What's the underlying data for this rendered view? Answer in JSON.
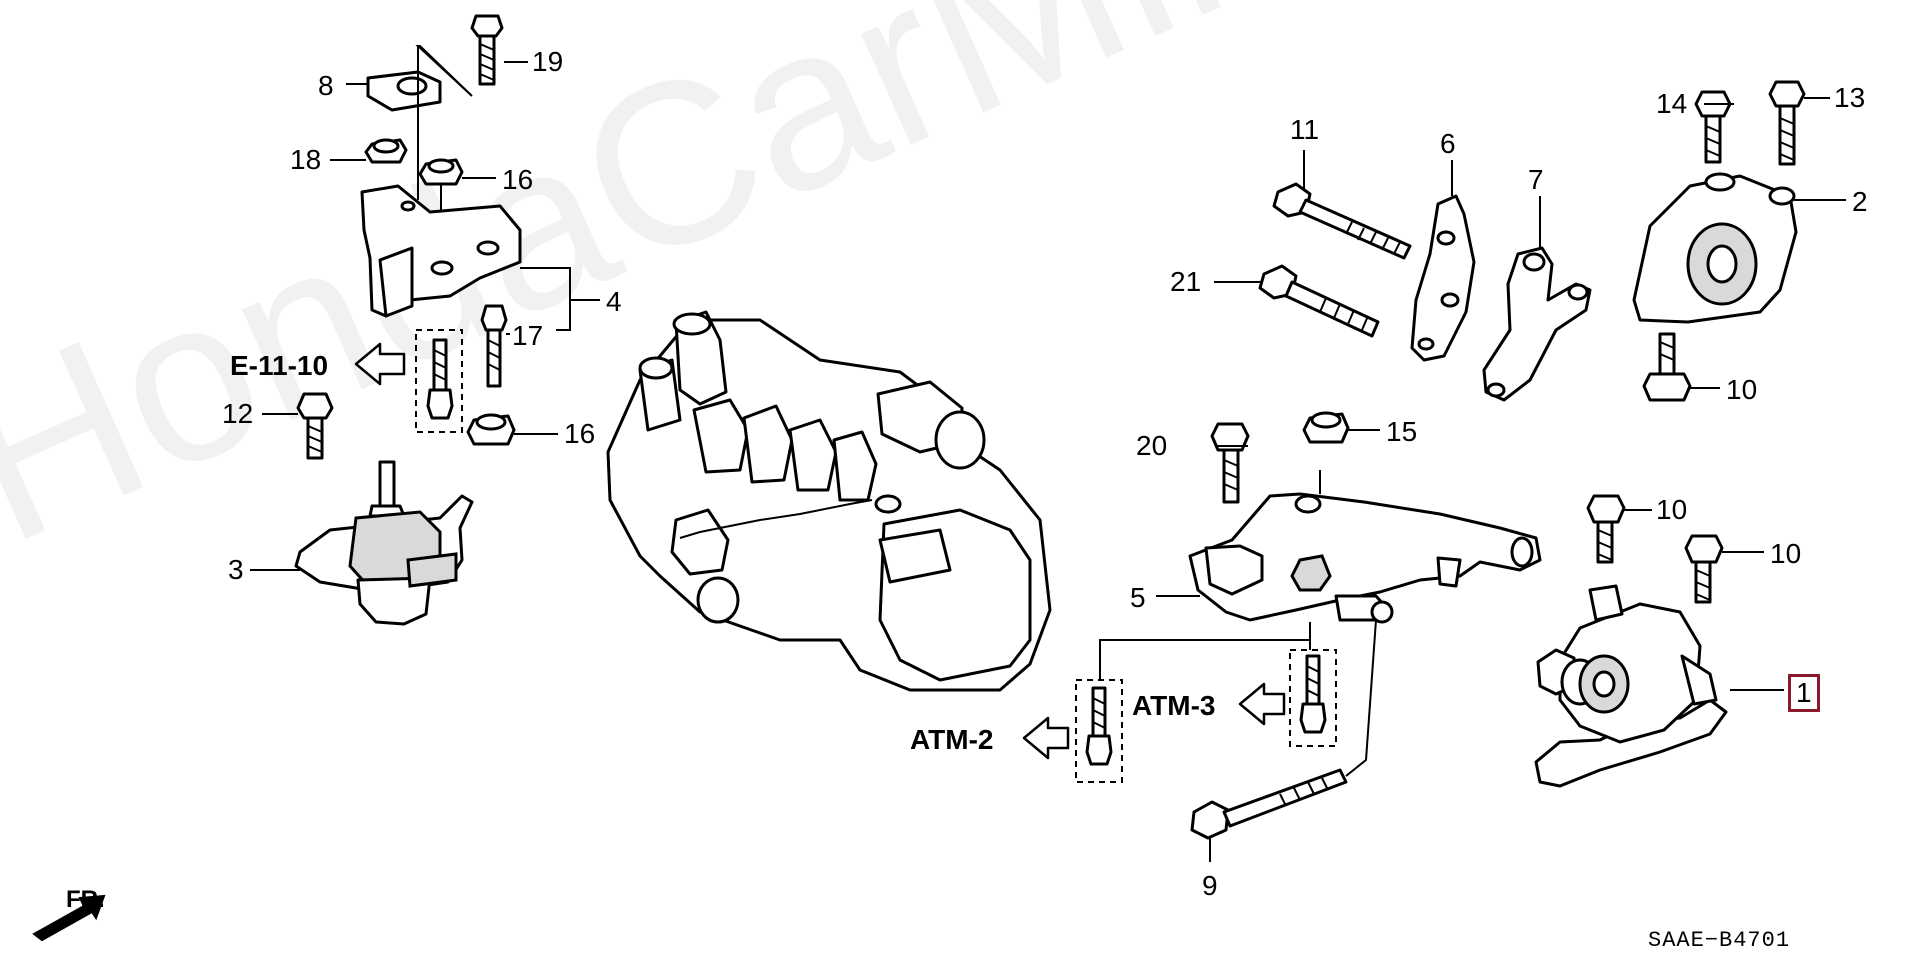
{
  "watermark": "HondaCarMine.ru",
  "diagram_code": "SAAE−B4701",
  "direction_label": "FR.",
  "references": {
    "e_11_10": "E-11-10",
    "atm_2": "ATM-2",
    "atm_3": "ATM-3"
  },
  "callouts": {
    "c1": "1",
    "c2": "2",
    "c3": "3",
    "c4": "4",
    "c5": "5",
    "c6": "6",
    "c7": "7",
    "c8": "8",
    "c9": "9",
    "c10a": "10",
    "c10b": "10",
    "c10c": "10",
    "c11": "11",
    "c12": "12",
    "c13": "13",
    "c14": "14",
    "c15": "15",
    "c16a": "16",
    "c16b": "16",
    "c17": "17",
    "c18": "18",
    "c19": "19",
    "c20": "20",
    "c21": "21"
  },
  "highlight_color": "#8b1a2e"
}
